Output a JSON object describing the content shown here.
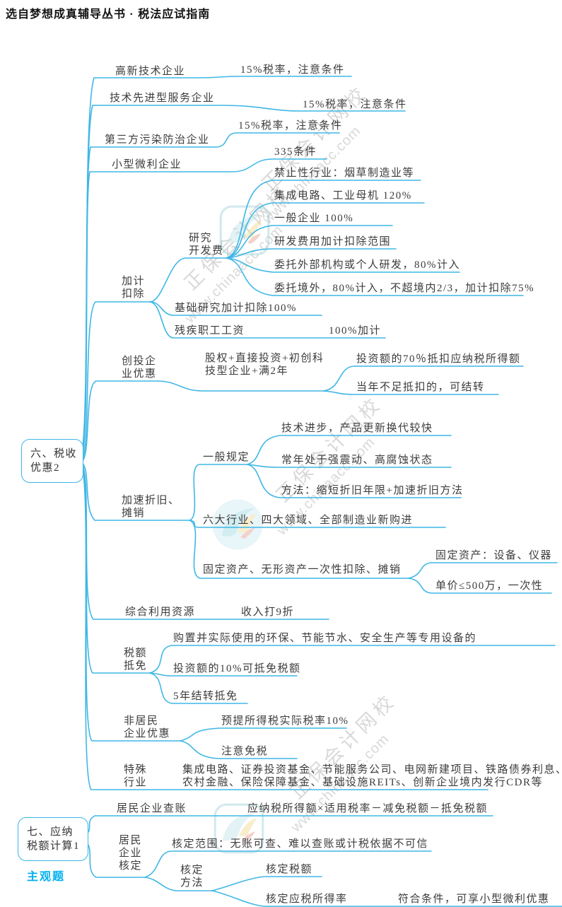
{
  "page": {
    "title": "选自梦想成真辅导丛书 · 税法应试指南"
  },
  "watermark": {
    "brand": "正保会计网校",
    "url": "www.chinaacc.com"
  },
  "m1": {
    "root_l1": "六、税收",
    "root_l2": "优惠2",
    "b1": {
      "label": "高新技术企业",
      "note": "15%税率，注意条件"
    },
    "b2": {
      "label": "技术先进型服务企业",
      "note": "15%税率，注意条件"
    },
    "b3": {
      "label": "第三方污染防治企业",
      "note": "15%税率，注意条件"
    },
    "b4": {
      "label": "小型微利企业",
      "note": "335条件"
    },
    "b5": {
      "label_l1": "加计",
      "label_l2": "扣除",
      "rd": {
        "label_l1": "研究",
        "label_l2": "开发费",
        "items": [
          "禁止性行业：烟草制造业等",
          "集成电路、工业母机  120%",
          "一般企业  100%",
          "研发费用加计扣除范围",
          "委托外部机构或个人研发，80%计入",
          "委托境外，80%计入，不超境内2/3，加计扣除75%"
        ]
      },
      "basic": "基础研究加计扣除100%",
      "disabled": {
        "label": "残疾职工工资",
        "note": "100%加计"
      }
    },
    "b6": {
      "label_l1": "创投企",
      "label_l2": "业优惠",
      "cond_l1": "股权+直接投资+初创科",
      "cond_l2": "技型企业+满2年",
      "items": [
        "投资额的70％抵扣应纳税所得额",
        "当年不足抵扣的，可结转"
      ]
    },
    "b7": {
      "label_l1": "加速折旧、",
      "label_l2": "摊销",
      "general": {
        "label": "一般规定",
        "items": [
          "技术进步，产品更新换代较快",
          "常年处于强震动、高腐蚀状态",
          "方法：缩短折旧年限+加速折旧方法"
        ]
      },
      "six": "六大行业、四大领域、全部制造业新购进",
      "onetime": {
        "label": "固定资产、无形资产一次性扣除、摊销",
        "items": [
          "固定资产：设备、仪器",
          "单价≤500万，一次性"
        ]
      }
    },
    "b8": {
      "label": "综合利用资源",
      "note": "收入打9折"
    },
    "b9": {
      "label_l1": "税额",
      "label_l2": "抵免",
      "items": [
        "购置并实际使用的环保、节能节水、安全生产等专用设备的",
        "投资额的10%可抵免税额",
        "5年结转抵免"
      ]
    },
    "b10": {
      "label_l1": "非居民",
      "label_l2": "企业优惠",
      "items": [
        "预提所得税实际税率10%",
        "注意免税"
      ]
    },
    "b11": {
      "label_l1": "特殊",
      "label_l2": "行业",
      "note_l1": "集成电路、证券投资基金、节能服务公司、电网新建项目、铁路债券利息、",
      "note_l2": "农村金融、保险保障基金、基础设施REITs、创新企业境内发行CDR等"
    }
  },
  "m2": {
    "root_l1": "七、应纳",
    "root_l2": "税额计算1",
    "tag": "主观题",
    "check": {
      "label": "居民企业查账",
      "note": "应纳税所得额×适用税率－减免税额－抵免税额"
    },
    "assess": {
      "label_l1": "居民",
      "label_l2": "企业",
      "label_l3": "核定",
      "scope": "核定范围：无账可查、难以查账或计税依据不可信",
      "method": {
        "label_l1": "核定",
        "label_l2": "方法",
        "amount": "核定税额",
        "rate": {
          "label": "核定应税所得率",
          "note": "符合条件，可享小型微利优惠"
        }
      }
    }
  }
}
